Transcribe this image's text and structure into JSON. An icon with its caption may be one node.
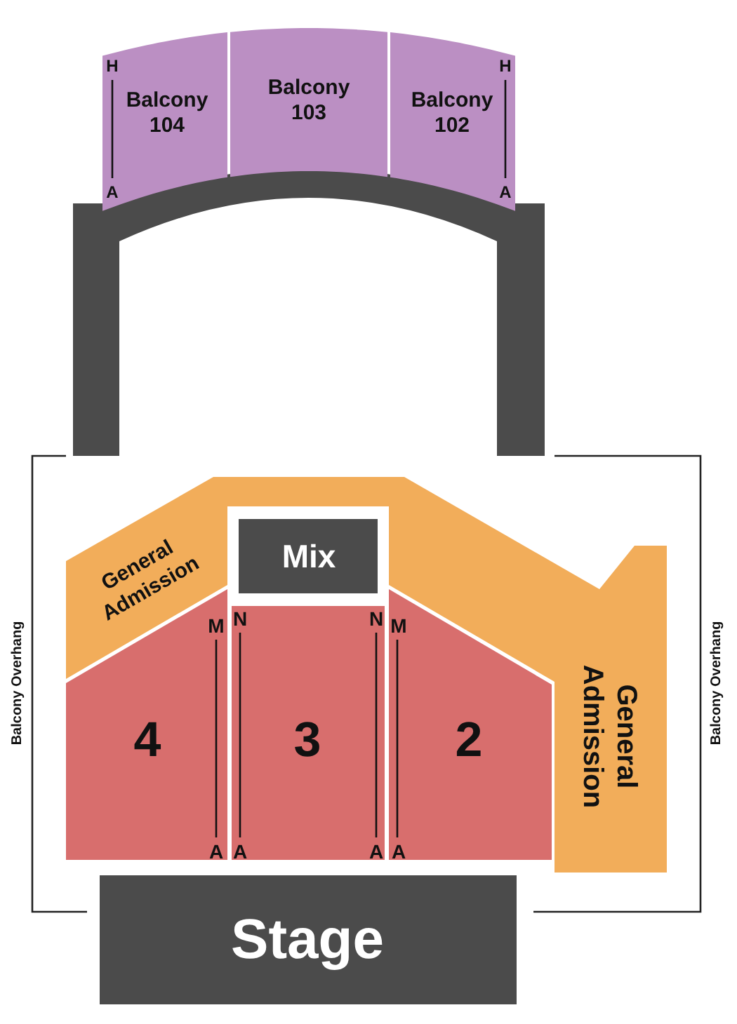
{
  "diagram": {
    "nodes": [
      {
        "text": [
          "Balcony 104"
        ]
      },
      {
        "text": [
          "Balcony 103"
        ]
      },
      {
        "text": [
          "Balcony 102"
        ]
      },
      {
        "text": [
          "General Admission"
        ]
      },
      {
        "text": [
          "Mix"
        ]
      },
      {
        "text": [
          "General Admission"
        ]
      },
      {
        "text": [
          "4"
        ]
      },
      {
        "text": [
          "3"
        ]
      },
      {
        "text": [
          "2"
        ]
      },
      {
        "text": [
          "Stage"
        ]
      }
    ],
    "labels": [
      "H",
      "H",
      "A",
      "A",
      "M",
      "N",
      "N",
      "M",
      "Balcony Overhang",
      "Balcony Overhang",
      "A",
      "A",
      "A",
      "A"
    ]
  }
}
